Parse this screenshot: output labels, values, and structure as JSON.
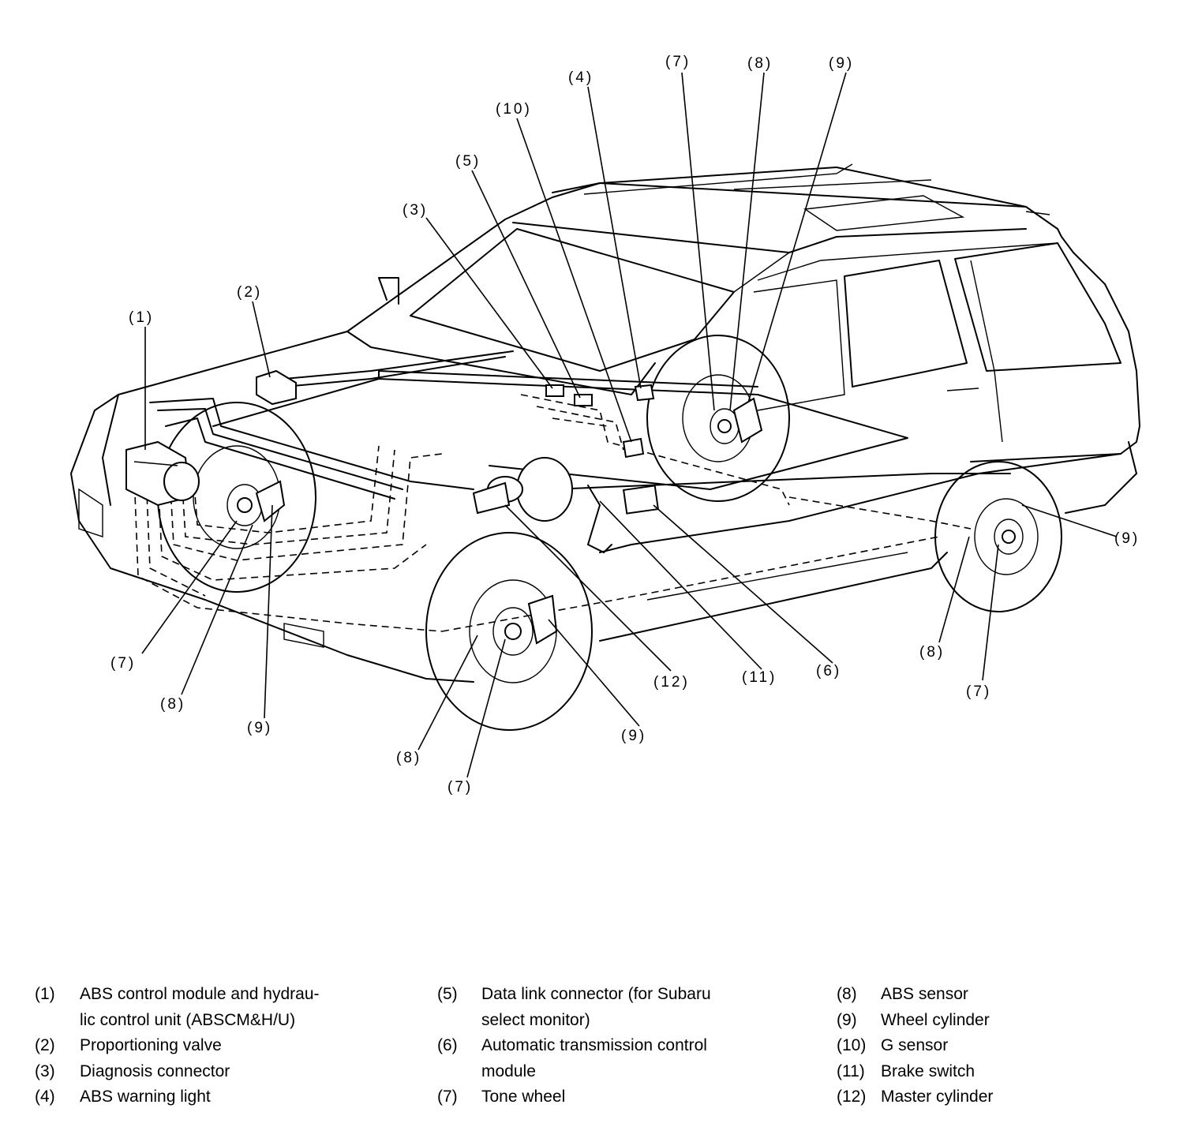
{
  "callouts": {
    "c1": "(1)",
    "c2": "(2)",
    "c3": "(3)",
    "c4": "(4)",
    "c5": "(5)",
    "c6": "(6)",
    "c7": "(7)",
    "c8": "(8)",
    "c9": "(9)",
    "c10": "(10)",
    "c11": "(11)",
    "c12": "(12)"
  },
  "legend": {
    "items": [
      {
        "num": "(1)",
        "text": "ABS control module and hydrau-"
      },
      {
        "num": "",
        "text": "lic control unit (ABSCM&H/U)"
      },
      {
        "num": "(2)",
        "text": "Proportioning valve"
      },
      {
        "num": "(3)",
        "text": "Diagnosis connector"
      },
      {
        "num": "(4)",
        "text": "ABS warning light"
      },
      {
        "num": "(5)",
        "text": "Data link connector (for Subaru"
      },
      {
        "num": "",
        "text": "select monitor)"
      },
      {
        "num": "(6)",
        "text": "Automatic transmission control"
      },
      {
        "num": "",
        "text": "module"
      },
      {
        "num": "(7)",
        "text": "Tone wheel"
      },
      {
        "num": "(8)",
        "text": "ABS sensor"
      },
      {
        "num": "(9)",
        "text": "Wheel cylinder"
      },
      {
        "num": "(10)",
        "text": "G sensor"
      },
      {
        "num": "(11)",
        "text": "Brake switch"
      },
      {
        "num": "(12)",
        "text": "Master cylinder"
      }
    ]
  }
}
